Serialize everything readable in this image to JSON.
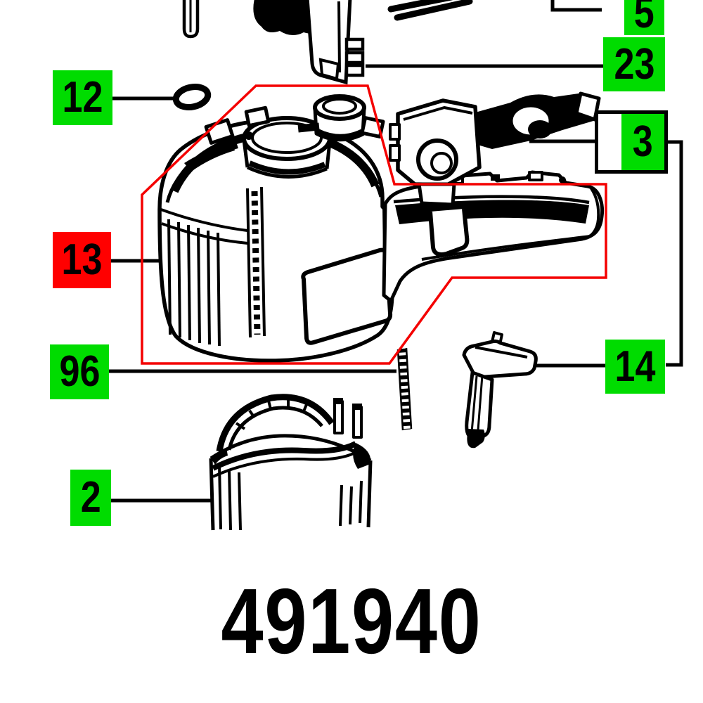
{
  "page": {
    "part_number": "491940",
    "background": "#ffffff"
  },
  "colors": {
    "callout_green": "#00dc00",
    "callout_red": "#ff0000",
    "highlight_outline_red": "#f40000",
    "ink": "#000000"
  },
  "callouts": [
    {
      "ref": "5"
    },
    {
      "ref": "23"
    },
    {
      "ref": "12"
    },
    {
      "ref": "3"
    },
    {
      "ref": "13"
    },
    {
      "ref": "96"
    },
    {
      "ref": "14"
    },
    {
      "ref": "2"
    }
  ]
}
